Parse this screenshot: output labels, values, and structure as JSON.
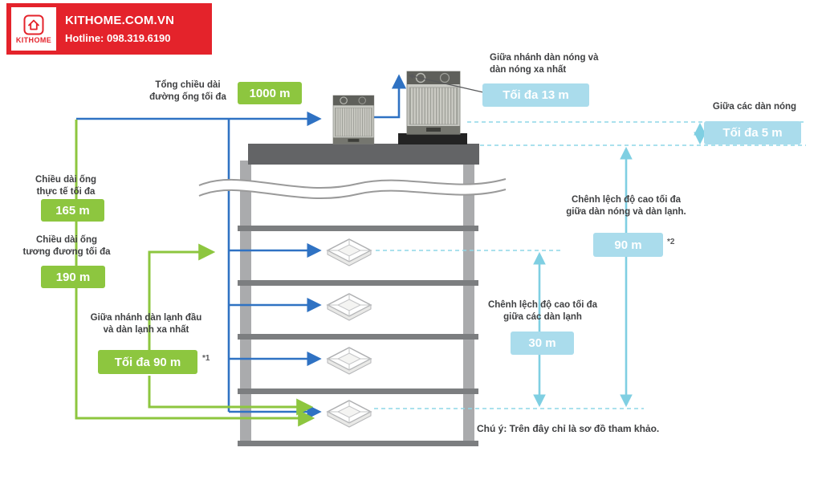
{
  "header": {
    "logo_text": "KITHOME",
    "site": "KITHOME.COM.VN",
    "hotline": "Hotline: 098.319.6190"
  },
  "colors": {
    "brand_red": "#E4232B",
    "green": "#8DC63F",
    "cyan_badge": "#AADCEC",
    "cyan_line": "#7FCFE2",
    "pipe_blue": "#2F72C3"
  },
  "annotations": {
    "total_pipe": {
      "label": "Tổng chiều dài\nđường ống tối đa",
      "value": "1000 m"
    },
    "outdoor_branch": {
      "label": "Giữa nhánh dàn nóng và\ndàn nóng xa nhất",
      "value": "Tối đa 13 m"
    },
    "between_outdoor": {
      "label": "Giữa các dàn nóng",
      "value": "Tối đa 5 m"
    },
    "actual_pipe": {
      "label": "Chiều dài ống\nthực tế tối đa",
      "value": "165 m"
    },
    "equivalent_pipe": {
      "label": "Chiều dài ống\ntương đương tối đa",
      "value": "190 m"
    },
    "indoor_branch": {
      "label": "Giữa nhánh dàn lạnh đầu\nvà dàn lạnh xa nhất",
      "value": "Tối đa 90 m",
      "footnote": "*1"
    },
    "height_outdoor_indoor": {
      "label": "Chênh lệch độ cao tối đa\ngiữa dàn nóng và dàn lạnh.",
      "value": "90 m",
      "footnote": "*2"
    },
    "height_indoor": {
      "label": "Chênh lệch độ cao tối đa\ngiữa các dàn lạnh",
      "value": "30 m"
    }
  },
  "note": "Chú ý: Trên đây chỉ là sơ đồ tham khảo."
}
